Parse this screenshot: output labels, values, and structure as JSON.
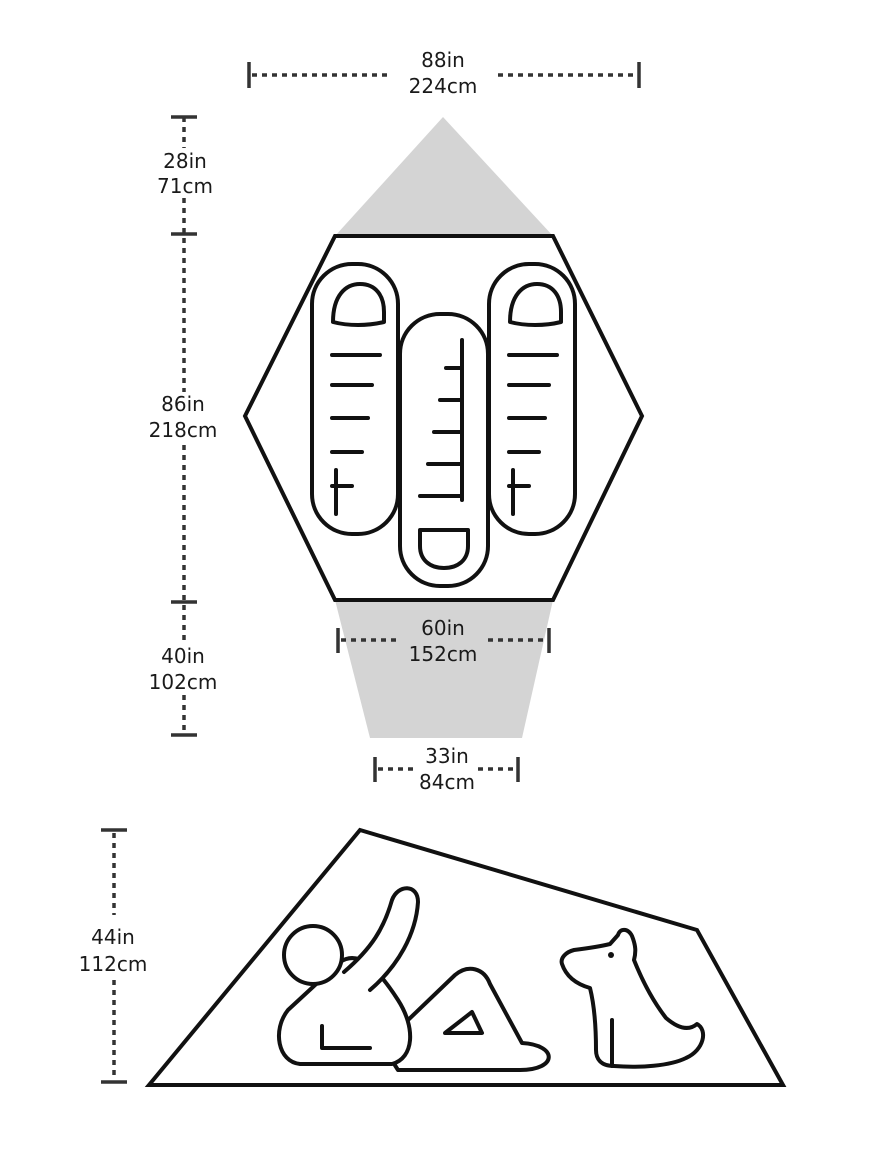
{
  "dimensions": {
    "overall_width": {
      "imperial": "88in",
      "metric": "224cm"
    },
    "rear_vestibule_depth": {
      "imperial": "28in",
      "metric": "71cm"
    },
    "floor_length": {
      "imperial": "86in",
      "metric": "218cm"
    },
    "front_vestibule_depth": {
      "imperial": "40in",
      "metric": "102cm"
    },
    "floor_end_width": {
      "imperial": "60in",
      "metric": "152cm"
    },
    "vestibule_end_width": {
      "imperial": "33in",
      "metric": "84cm"
    },
    "peak_height": {
      "imperial": "44in",
      "metric": "112cm"
    }
  },
  "colors": {
    "outline": "#111111",
    "vestibule_fill": "#d4d4d4",
    "dimension_line": "#333333"
  },
  "illustrations": {
    "floor_plan": "three-sleeping-bags-icon",
    "side_view": "person-and-dog-icon"
  }
}
